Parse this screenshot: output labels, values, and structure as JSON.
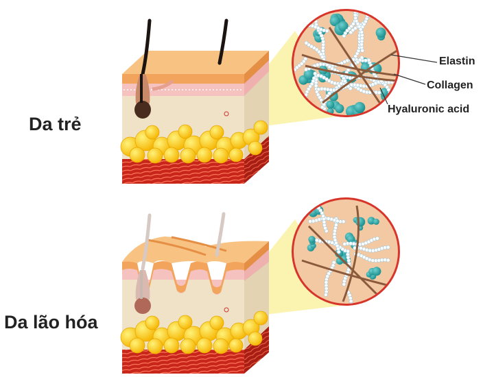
{
  "labels": {
    "young_skin": "Da trẻ",
    "aged_skin": "Da lão hóa",
    "elastin": "Elastin",
    "collagen": "Collagen",
    "hyaluronic_acid": "Hyaluronic acid"
  },
  "colors": {
    "epidermis": "#f3a45c",
    "epidermis_light": "#f8c283",
    "dermis": "#efe2c6",
    "dermis_band": "#f6c2c0",
    "fat": "#ffcf1a",
    "fat_dark": "#e8a800",
    "muscle": "#c8261b",
    "muscle_line": "#ff7a5c",
    "circle_border": "#d7342a",
    "circle_bg": "#f3c9a4",
    "collagen_fiber": "#8b5a3c",
    "elastin_fiber": "#ffffff",
    "hyaluronic": "#2aa6a6",
    "beam": "#fbf3a8"
  }
}
